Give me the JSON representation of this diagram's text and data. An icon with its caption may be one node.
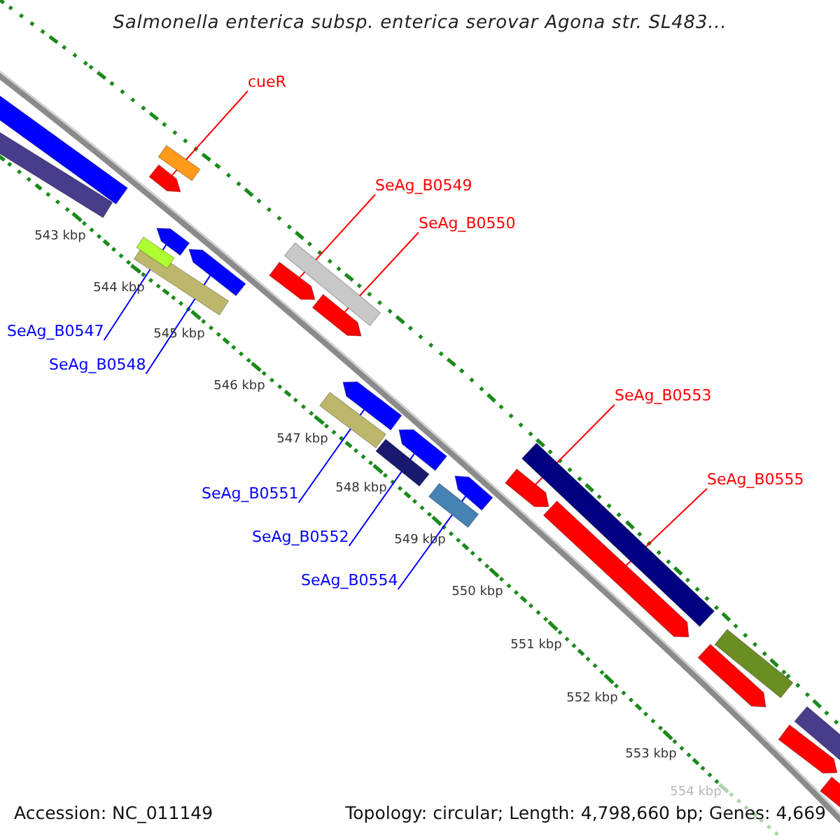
{
  "diagram": {
    "title": "Salmonella enterica subsp. enterica serovar Agona str. SL483...",
    "nodes": [
      {
        "text": [
          "cueR"
        ]
      },
      {
        "text": [],
        "shape": "arrow"
      },
      {
        "text": [
          "SeAg_B0549"
        ]
      },
      {
        "text": [],
        "shape": "arrow"
      },
      {
        "text": [
          "SeAg_B0550"
        ]
      },
      {
        "text": [],
        "shape": "arrow"
      },
      {
        "text": [
          "SeAg_B0547"
        ]
      },
      {
        "text": [],
        "shape": "arrow"
      },
      {
        "text": [
          "SeAg_B0548"
        ]
      },
      {
        "text": [],
        "shape": "arrow"
      },
      {
        "text": [
          "SeAg_B0551"
        ]
      },
      {
        "text": [],
        "shape": "arrow"
      },
      {
        "text": [
          "SeAg_B0552"
        ]
      },
      {
        "text": [],
        "shape": "arrow"
      },
      {
        "text": [
          "SeAg_B0554"
        ]
      },
      {
        "text": [],
        "shape": "arrow"
      },
      {
        "text": [
          "SeAg_B0553"
        ]
      },
      {
        "text": [],
        "shape": "arrow"
      },
      {
        "text": [
          "SeAg_B0555"
        ]
      },
      {
        "text": [],
        "shape": "arrow"
      },
      {
        "text": [],
        "shape": "box"
      },
      {
        "text": [],
        "shape": "box"
      },
      {
        "text": [],
        "shape": "box"
      },
      {
        "text": [],
        "shape": "box"
      },
      {
        "text": [],
        "shape": "box"
      },
      {
        "text": [],
        "shape": "box"
      },
      {
        "text": [],
        "shape": "box"
      },
      {
        "text": [],
        "shape": "box"
      },
      {
        "text": [],
        "shape": "box"
      },
      {
        "text": [],
        "shape": "box"
      },
      {
        "text": [],
        "shape": "arrow"
      },
      {
        "text": [],
        "shape": "box"
      },
      {
        "text": [],
        "shape": "arrow"
      },
      {
        "text": [],
        "shape": "box"
      },
      {
        "text": [],
        "shape": "box"
      }
    ],
    "edges": [
      {
        "from": 0,
        "to": 1,
        "arrow": "none",
        "color": "#ff0000"
      },
      {
        "from": 2,
        "to": 3,
        "arrow": "none",
        "color": "#ff0000"
      },
      {
        "from": 4,
        "to": 5,
        "arrow": "none",
        "color": "#ff0000"
      },
      {
        "from": 6,
        "to": 7,
        "arrow": "none",
        "color": "#0000ff"
      },
      {
        "from": 8,
        "to": 9,
        "arrow": "none",
        "color": "#0000ff"
      },
      {
        "from": 10,
        "to": 11,
        "arrow": "none",
        "color": "#0000ff"
      },
      {
        "from": 12,
        "to": 13,
        "arrow": "none",
        "color": "#0000ff"
      },
      {
        "from": 14,
        "to": 15,
        "arrow": "none",
        "color": "#0000ff"
      },
      {
        "from": 16,
        "to": 17,
        "arrow": "none",
        "color": "#ff0000"
      },
      {
        "from": 18,
        "to": 19,
        "arrow": "none",
        "color": "#ff0000"
      }
    ],
    "labels": [
      "543 kbp",
      "544 kbp",
      "545 kbp",
      "546 kbp",
      "547 kbp",
      "548 kbp",
      "549 kbp",
      "550 kbp",
      "551 kbp",
      "552 kbp",
      "553 kbp",
      "554 kbp",
      "Accession: NC_011149",
      "Topology: circular; Length: 4,798,660 bp; Genes: 4,669"
    ]
  }
}
